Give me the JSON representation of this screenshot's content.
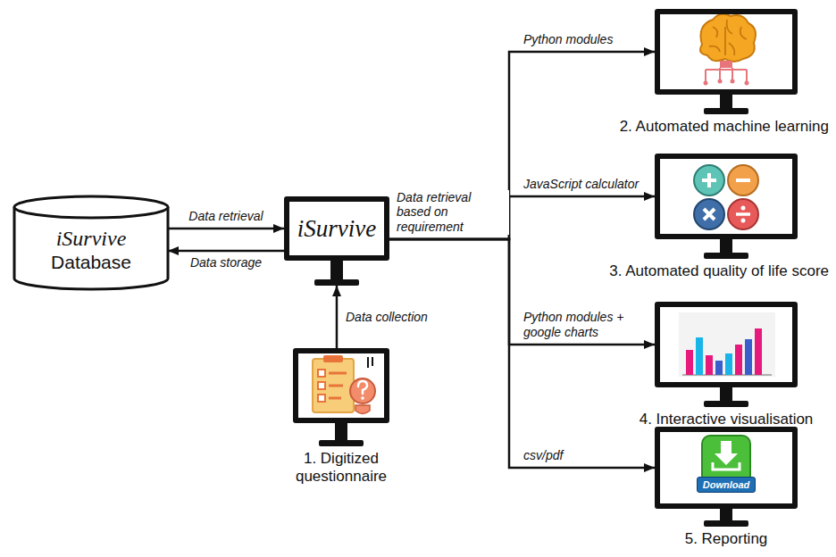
{
  "diagram": {
    "nodes": [
      {
        "text": [
          "iSurvive",
          "Database"
        ]
      },
      {
        "text": [
          "iSurvive"
        ]
      },
      {
        "text": [
          "1. Digitized questionnaire"
        ]
      },
      {
        "text": [
          "2. Automated machine learning"
        ]
      },
      {
        "text": [
          "3. Automated quality of life score"
        ]
      },
      {
        "text": [
          "4. Interactive visualisation"
        ]
      },
      {
        "text": [
          "Download",
          "5. Reporting"
        ]
      }
    ],
    "edges": [
      {
        "from": 0,
        "to": 1,
        "label": "Data retrieval",
        "arrow": "to"
      },
      {
        "from": 1,
        "to": 0,
        "label": "Data storage",
        "arrow": "to"
      },
      {
        "from": 2,
        "to": 1,
        "label": "Data collection",
        "arrow": "to"
      },
      {
        "from": 1,
        "to": 3,
        "label": "Python modules",
        "arrow": "to"
      },
      {
        "from": 1,
        "to": 4,
        "label": "JavaScript calculator",
        "arrow": "to"
      },
      {
        "from": 1,
        "to": 5,
        "label": "Python modules + google charts",
        "arrow": "to"
      },
      {
        "from": 1,
        "to": 6,
        "label": "csv/pdf",
        "arrow": "to"
      }
    ],
    "labels": [
      "Data retrieval based on requirement"
    ]
  }
}
